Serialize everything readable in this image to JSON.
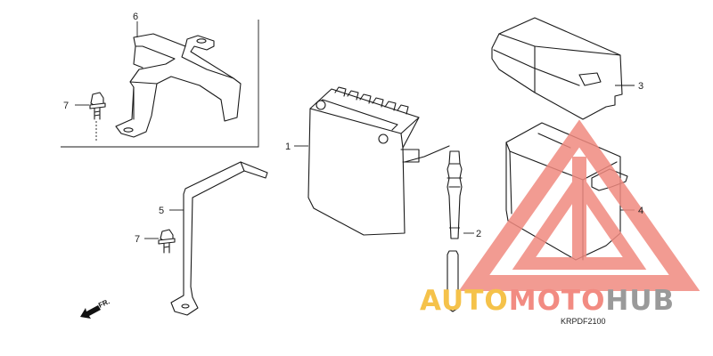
{
  "diagram": {
    "code": "KRPDF2100",
    "direction_label": "FR.",
    "callouts": [
      {
        "id": "callout-1",
        "text": "1",
        "part": "battery"
      },
      {
        "id": "callout-2",
        "text": "2",
        "part": "breather-tube"
      },
      {
        "id": "callout-3",
        "text": "3",
        "part": "battery-cover"
      },
      {
        "id": "callout-4",
        "text": "4",
        "part": "battery-case"
      },
      {
        "id": "callout-5",
        "text": "5",
        "part": "battery-stay"
      },
      {
        "id": "callout-6",
        "text": "6",
        "part": "battery-holder"
      },
      {
        "id": "callout-7a",
        "text": "7",
        "part": "bolt"
      },
      {
        "id": "callout-7b",
        "text": "7",
        "part": "bolt"
      }
    ]
  },
  "watermark": {
    "segments": [
      {
        "text": "AUTO",
        "color": "#f5c24a"
      },
      {
        "text": "MOTO",
        "color": "#f28b82"
      },
      {
        "text": "HUB",
        "color": "#9a9a9a"
      }
    ],
    "triangle_color": "#f08a80"
  }
}
